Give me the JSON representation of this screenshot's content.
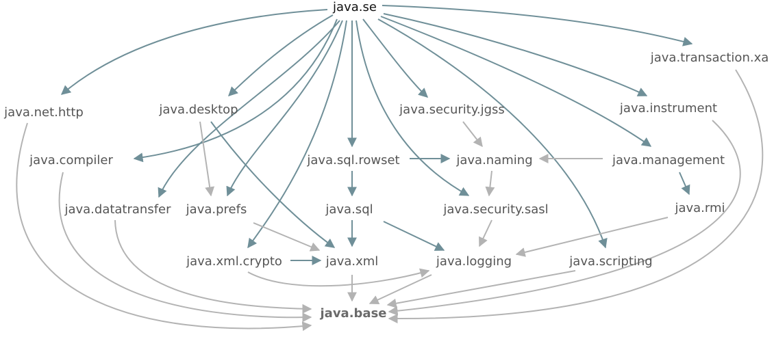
{
  "colors": {
    "blue_edge": "#6f8f98",
    "gray_edge": "#b3b3b3",
    "label": "#555555",
    "root_label": "#111111",
    "base_label": "#6a6a6a"
  },
  "nodes": [
    {
      "id": "java.se",
      "label": "java.se"
    },
    {
      "id": "java.transaction.xa",
      "label": "java.transaction.xa"
    },
    {
      "id": "java.net.http",
      "label": "java.net.http"
    },
    {
      "id": "java.desktop",
      "label": "java.desktop"
    },
    {
      "id": "java.security.jgss",
      "label": "java.security.jgss"
    },
    {
      "id": "java.instrument",
      "label": "java.instrument"
    },
    {
      "id": "java.compiler",
      "label": "java.compiler"
    },
    {
      "id": "java.sql.rowset",
      "label": "java.sql.rowset"
    },
    {
      "id": "java.naming",
      "label": "java.naming"
    },
    {
      "id": "java.management",
      "label": "java.management"
    },
    {
      "id": "java.datatransfer",
      "label": "java.datatransfer"
    },
    {
      "id": "java.prefs",
      "label": "java.prefs"
    },
    {
      "id": "java.sql",
      "label": "java.sql"
    },
    {
      "id": "java.security.sasl",
      "label": "java.security.sasl"
    },
    {
      "id": "java.rmi",
      "label": "java.rmi"
    },
    {
      "id": "java.xml.crypto",
      "label": "java.xml.crypto"
    },
    {
      "id": "java.xml",
      "label": "java.xml"
    },
    {
      "id": "java.logging",
      "label": "java.logging"
    },
    {
      "id": "java.scripting",
      "label": "java.scripting"
    },
    {
      "id": "java.base",
      "label": "java.base"
    }
  ],
  "edges": [
    {
      "from": "java.se",
      "to": "java.net.http",
      "kind": "blue"
    },
    {
      "from": "java.se",
      "to": "java.desktop",
      "kind": "blue"
    },
    {
      "from": "java.se",
      "to": "java.compiler",
      "kind": "blue"
    },
    {
      "from": "java.se",
      "to": "java.datatransfer",
      "kind": "blue"
    },
    {
      "from": "java.se",
      "to": "java.prefs",
      "kind": "blue"
    },
    {
      "from": "java.se",
      "to": "java.xml.crypto",
      "kind": "blue"
    },
    {
      "from": "java.se",
      "to": "java.sql.rowset",
      "kind": "blue"
    },
    {
      "from": "java.se",
      "to": "java.security.jgss",
      "kind": "blue"
    },
    {
      "from": "java.se",
      "to": "java.security.sasl",
      "kind": "blue"
    },
    {
      "from": "java.se",
      "to": "java.scripting",
      "kind": "blue"
    },
    {
      "from": "java.se",
      "to": "java.instrument",
      "kind": "blue"
    },
    {
      "from": "java.se",
      "to": "java.management",
      "kind": "blue"
    },
    {
      "from": "java.se",
      "to": "java.transaction.xa",
      "kind": "blue"
    },
    {
      "from": "java.desktop",
      "to": "java.xml",
      "kind": "blue"
    },
    {
      "from": "java.desktop",
      "to": "java.prefs",
      "kind": "gray"
    },
    {
      "from": "java.sql.rowset",
      "to": "java.naming",
      "kind": "blue"
    },
    {
      "from": "java.sql.rowset",
      "to": "java.sql",
      "kind": "blue"
    },
    {
      "from": "java.sql",
      "to": "java.xml",
      "kind": "blue"
    },
    {
      "from": "java.sql",
      "to": "java.logging",
      "kind": "blue"
    },
    {
      "from": "java.management",
      "to": "java.naming",
      "kind": "gray"
    },
    {
      "from": "java.management",
      "to": "java.rmi",
      "kind": "blue"
    },
    {
      "from": "java.security.jgss",
      "to": "java.naming",
      "kind": "gray"
    },
    {
      "from": "java.naming",
      "to": "java.security.sasl",
      "kind": "gray"
    },
    {
      "from": "java.security.sasl",
      "to": "java.logging",
      "kind": "gray"
    },
    {
      "from": "java.rmi",
      "to": "java.logging",
      "kind": "gray"
    },
    {
      "from": "java.prefs",
      "to": "java.xml",
      "kind": "gray"
    },
    {
      "from": "java.xml.crypto",
      "to": "java.xml",
      "kind": "blue"
    },
    {
      "from": "java.xml.crypto",
      "to": "java.logging",
      "kind": "gray"
    },
    {
      "from": "java.xml",
      "to": "java.base",
      "kind": "gray"
    },
    {
      "from": "java.logging",
      "to": "java.base",
      "kind": "gray"
    },
    {
      "from": "java.net.http",
      "to": "java.base",
      "kind": "gray"
    },
    {
      "from": "java.compiler",
      "to": "java.base",
      "kind": "gray"
    },
    {
      "from": "java.datatransfer",
      "to": "java.base",
      "kind": "gray"
    },
    {
      "from": "java.scripting",
      "to": "java.base",
      "kind": "gray"
    },
    {
      "from": "java.instrument",
      "to": "java.base",
      "kind": "gray"
    },
    {
      "from": "java.transaction.xa",
      "to": "java.base",
      "kind": "gray"
    }
  ]
}
